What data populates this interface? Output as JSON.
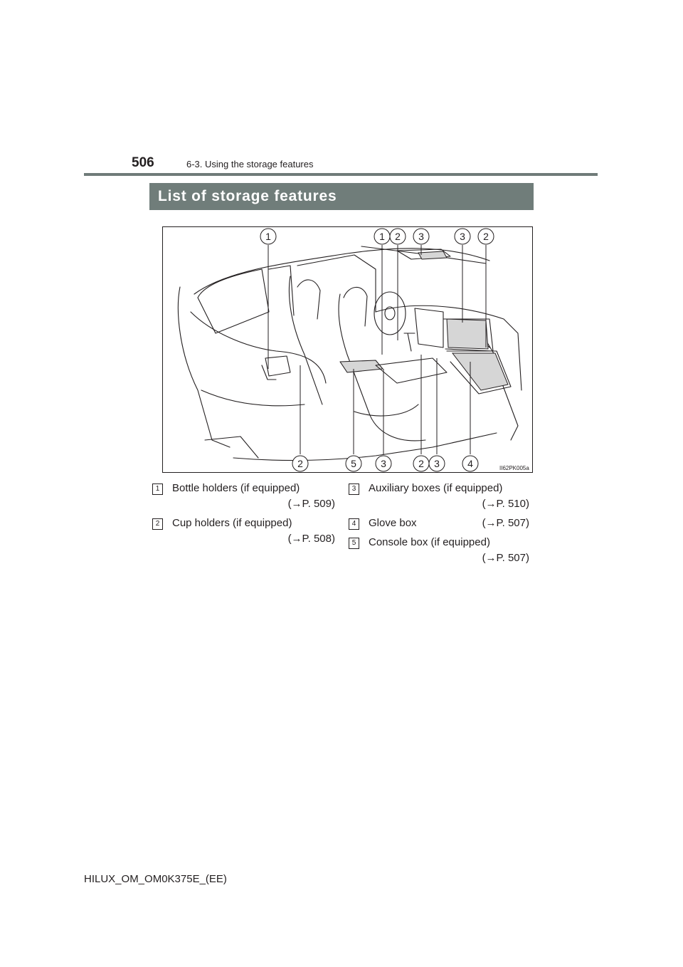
{
  "header": {
    "page_number": "506",
    "section": "6-3. Using the storage features"
  },
  "heading": "List of storage features",
  "figure": {
    "code": "II62PK005a",
    "top_callouts": [
      "1",
      "1",
      "2",
      "3",
      "3",
      "2"
    ],
    "bottom_callouts": [
      "2",
      "5",
      "3",
      "2",
      "3",
      "4"
    ]
  },
  "items": [
    {
      "num": "1",
      "label": "Bottle holders (if equipped)",
      "page": "(→P. 509)"
    },
    {
      "num": "2",
      "label": "Cup holders (if equipped)",
      "page": "(→P. 508)"
    },
    {
      "num": "3",
      "label": "Auxiliary boxes (if equipped)",
      "page": "(→P. 510)"
    },
    {
      "num": "4",
      "label": "Glove box",
      "page": "(→P. 507)"
    },
    {
      "num": "5",
      "label": "Console box (if equipped)",
      "page": "(→P. 507)"
    }
  ],
  "footer": "HILUX_OM_OM0K375E_(EE)"
}
